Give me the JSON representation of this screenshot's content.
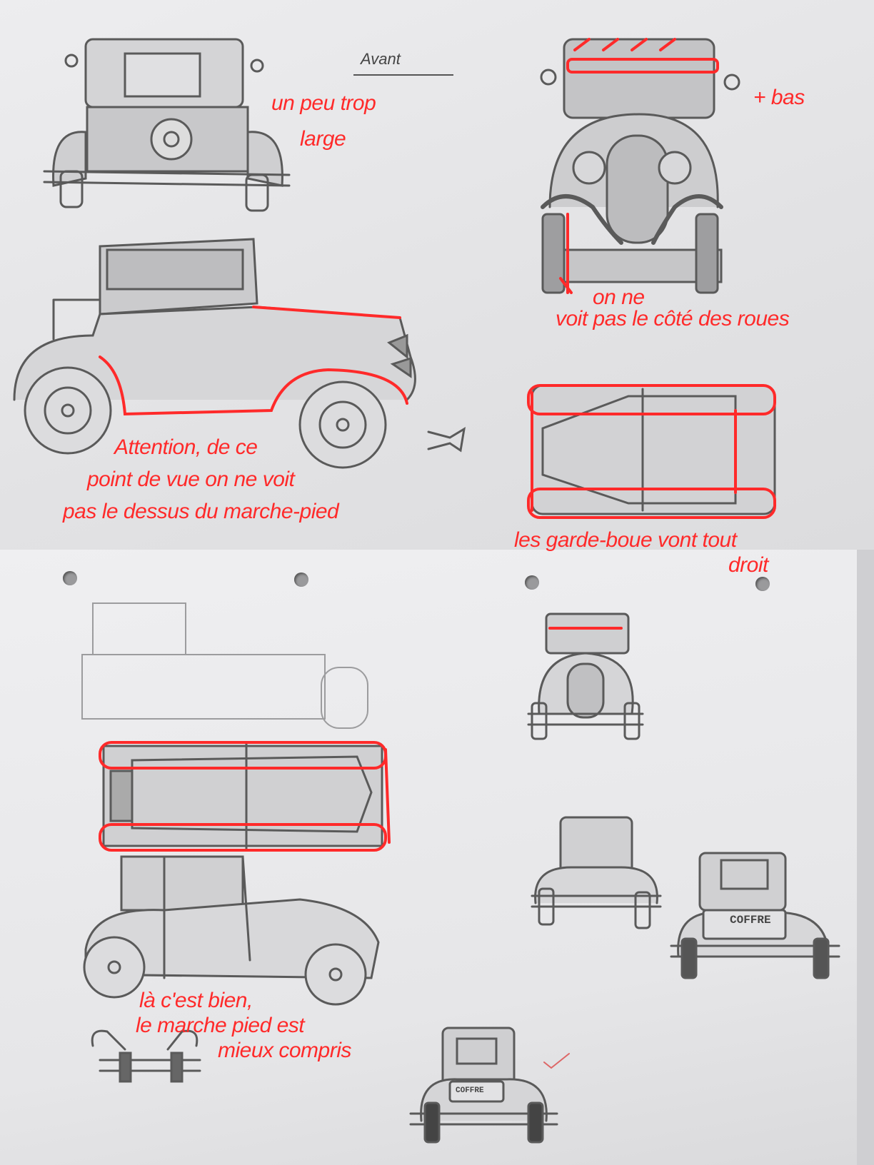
{
  "top_sheet": {
    "heading": "Avant",
    "notes": {
      "too_wide": [
        "un peu trop",
        "large"
      ],
      "lower": "+ bas",
      "wheels_side": [
        "on ne",
        "voit pas le côté des roues"
      ],
      "running_board": [
        "Attention, de ce",
        "point de vue on ne voit",
        "pas le dessus du marche-pied"
      ],
      "mudguards": [
        "les garde-boue vont tout",
        "droit"
      ]
    }
  },
  "bottom_sheet": {
    "notes": {
      "good": [
        "là c'est bien,",
        "le marche pied est",
        "mieux compris"
      ]
    },
    "trunk_labels": [
      "COFFRE",
      "COFFRE"
    ],
    "checkmark": "✓"
  },
  "colors": {
    "annotation": "#ff2a2a",
    "pencil": "#5a5a5a",
    "paper": "#e8e8ea"
  }
}
